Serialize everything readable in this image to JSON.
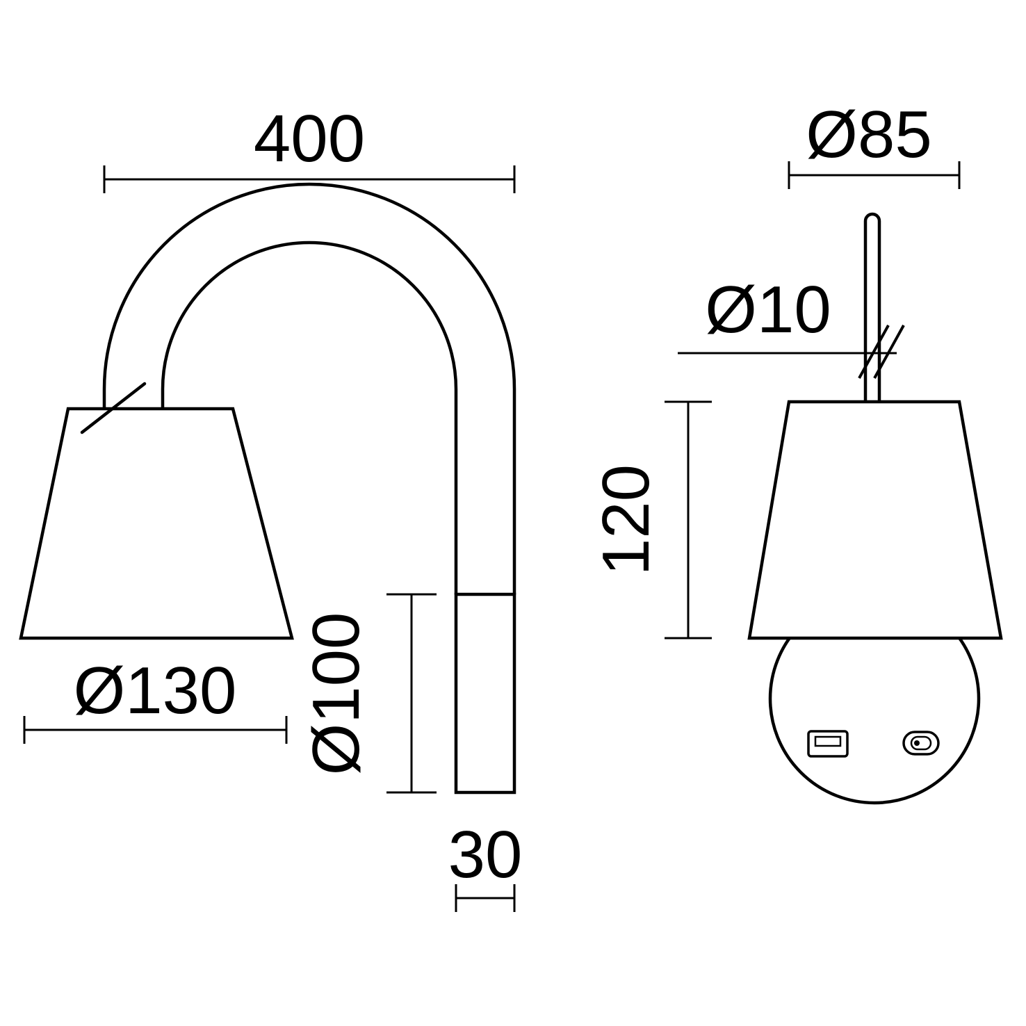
{
  "drawing_title": "Wall lamp technical dimension drawing, two orthographic views",
  "colors": {
    "line": "#000000",
    "background": "#ffffff"
  },
  "views": {
    "front": {
      "name": "front view with gooseneck arm and wall mount",
      "dim_arm_span": "400",
      "dim_shade_diameter": "Ø130",
      "dim_wall_mount_length": "Ø100",
      "dim_wall_mount_width": "30"
    },
    "side": {
      "name": "side view with shade, stem and spherical base",
      "dim_shade_top_diameter": "Ø85",
      "dim_stem_diameter": "Ø10",
      "dim_shade_height": "120"
    }
  },
  "icons": {
    "usb_port": "usb-a-port",
    "power_switch": "rocker-switch"
  }
}
